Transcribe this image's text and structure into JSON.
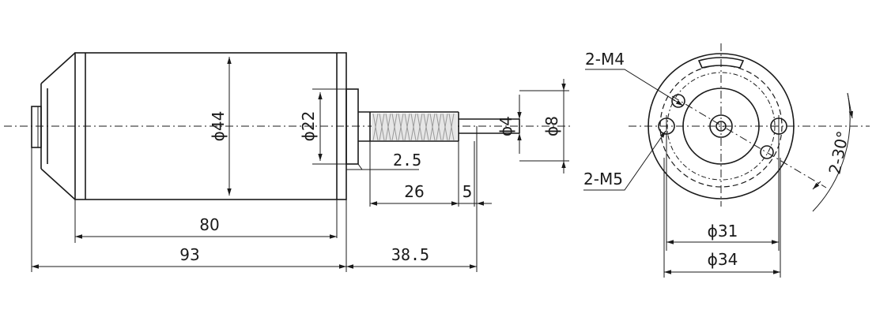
{
  "dimensions": {
    "body_diameter": "ϕ44",
    "flange_diameter": "ϕ22",
    "shaft_diameter": "ϕ4",
    "worm_diameter": "ϕ8",
    "worm_offset": "2.5",
    "worm_length": "26",
    "shaft_tip": "5",
    "body_length": "80",
    "overall_length": "93",
    "shaft_length": "38.5",
    "hole_m4": "2-M4",
    "hole_m5": "2-M5",
    "angle": "2-30°",
    "pcd_inner": "ϕ31",
    "pcd_outer": "ϕ34"
  },
  "colors": {
    "line": "#1a1a1a",
    "thread": "#9a9a9a"
  }
}
